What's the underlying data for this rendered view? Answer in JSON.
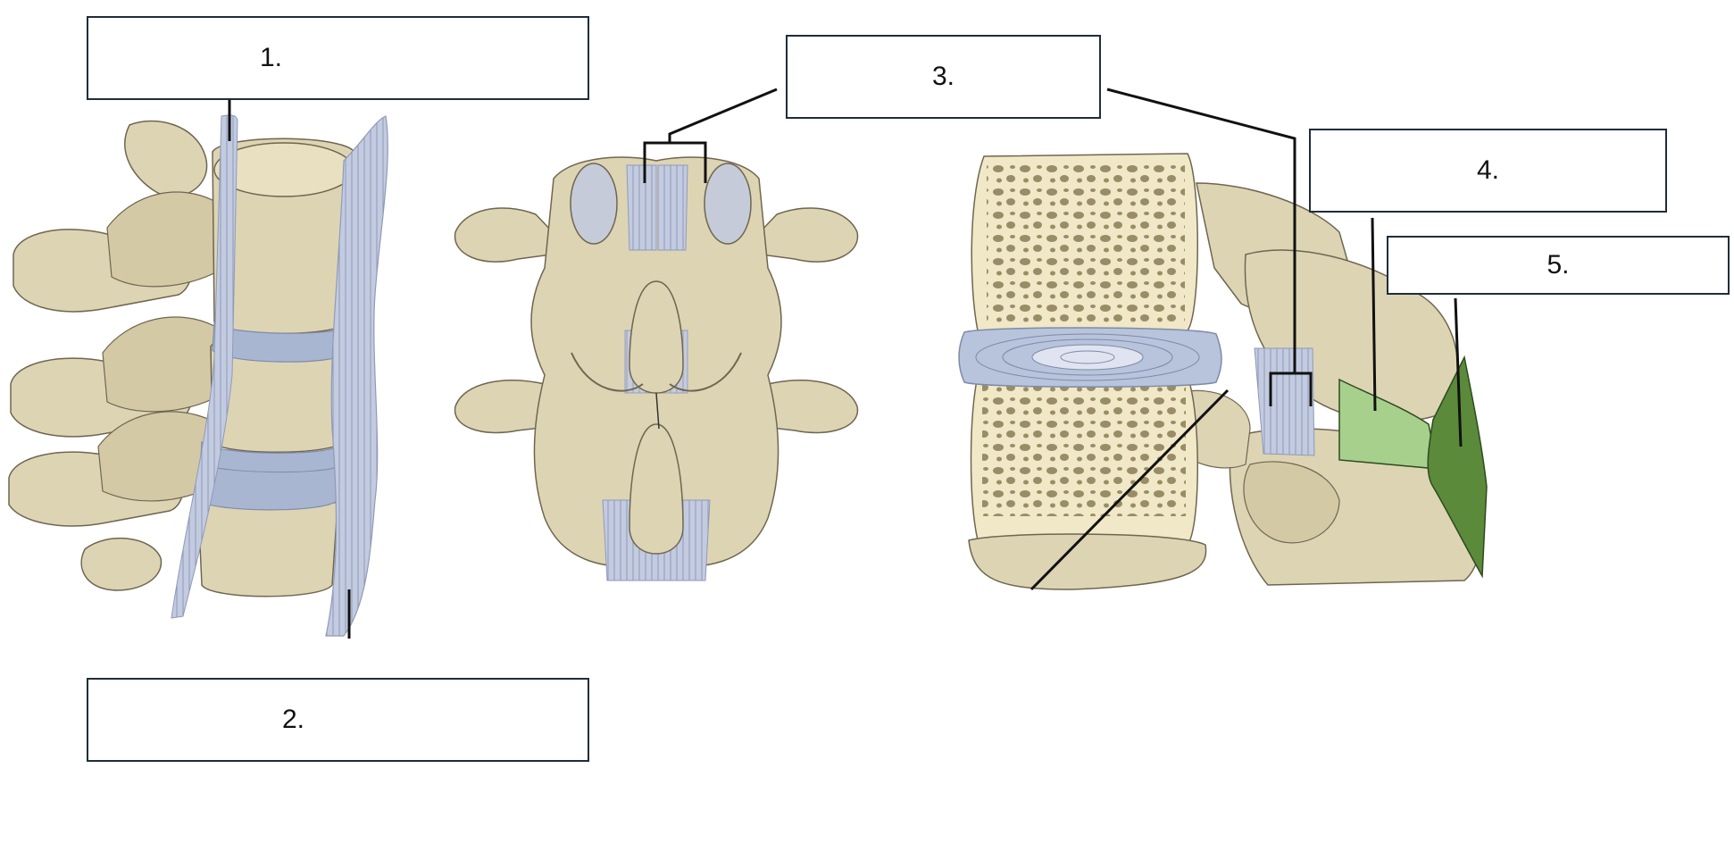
{
  "labels": {
    "one": "1.",
    "two": "2.",
    "three": "3.",
    "four": "4.",
    "five": "5."
  },
  "colors": {
    "bone": "#ddd4b4",
    "bone_shadow": "#b9ad86",
    "bone_outline": "#6f6650",
    "ligament": "#c3cbe0",
    "ligament_line": "#8f9ab8",
    "disc": "#a9b6d2",
    "cancellous": "#f0e8c6",
    "pore": "#8a7d56",
    "highlight_light_green": "#a8d08d",
    "highlight_dark_green": "#5a8a3a",
    "leader": "#111111"
  }
}
